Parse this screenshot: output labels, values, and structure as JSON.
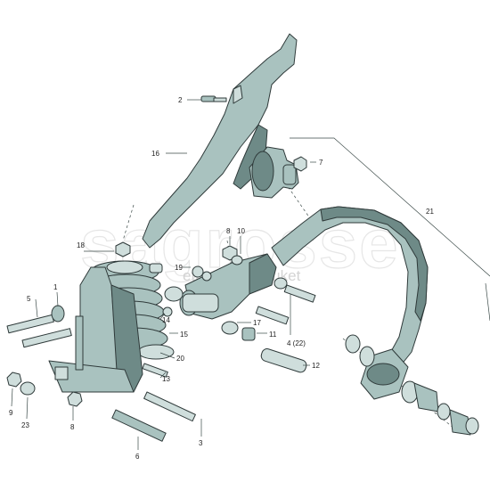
{
  "watermark": {
    "brand": "sagrosse",
    "tagline": "ett spår på bruket"
  },
  "callouts": [
    {
      "id": "c2",
      "label": "2"
    },
    {
      "id": "c16",
      "label": "16"
    },
    {
      "id": "c7",
      "label": "7"
    },
    {
      "id": "c21",
      "label": "21"
    },
    {
      "id": "c18",
      "label": "18"
    },
    {
      "id": "c8a",
      "label": "8"
    },
    {
      "id": "c10",
      "label": "10"
    },
    {
      "id": "c19",
      "label": "19"
    },
    {
      "id": "c5",
      "label": "5"
    },
    {
      "id": "c1",
      "label": "1"
    },
    {
      "id": "c14",
      "label": "14"
    },
    {
      "id": "c15",
      "label": "15"
    },
    {
      "id": "c17",
      "label": "17"
    },
    {
      "id": "c11",
      "label": "11"
    },
    {
      "id": "c4",
      "label": "4 (22)"
    },
    {
      "id": "c20",
      "label": "20"
    },
    {
      "id": "c13",
      "label": "13"
    },
    {
      "id": "c12",
      "label": "12"
    },
    {
      "id": "c9",
      "label": "9"
    },
    {
      "id": "c23",
      "label": "23"
    },
    {
      "id": "c8b",
      "label": "8"
    },
    {
      "id": "c3",
      "label": "3"
    },
    {
      "id": "c6",
      "label": "6"
    }
  ]
}
